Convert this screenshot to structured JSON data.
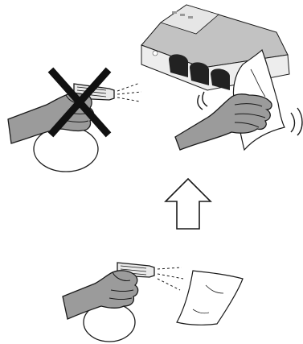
{
  "illustration": {
    "panels": [
      {
        "id": "do-not-spray-device",
        "meaning": "prohibited"
      },
      {
        "id": "wipe-device-with-cloth",
        "meaning": "recommended"
      },
      {
        "id": "spray-cleaner-onto-cloth",
        "meaning": "recommended"
      }
    ],
    "arrow_direction": "up",
    "colors": {
      "skin": "#9b9b9b",
      "skin_outline": "#1a1a1a",
      "prohibit_x": "#111111",
      "device_body": "#eeeeee",
      "device_top": "#bdbdbd",
      "device_slot": "#222222",
      "cloth": "#ffffff"
    }
  }
}
